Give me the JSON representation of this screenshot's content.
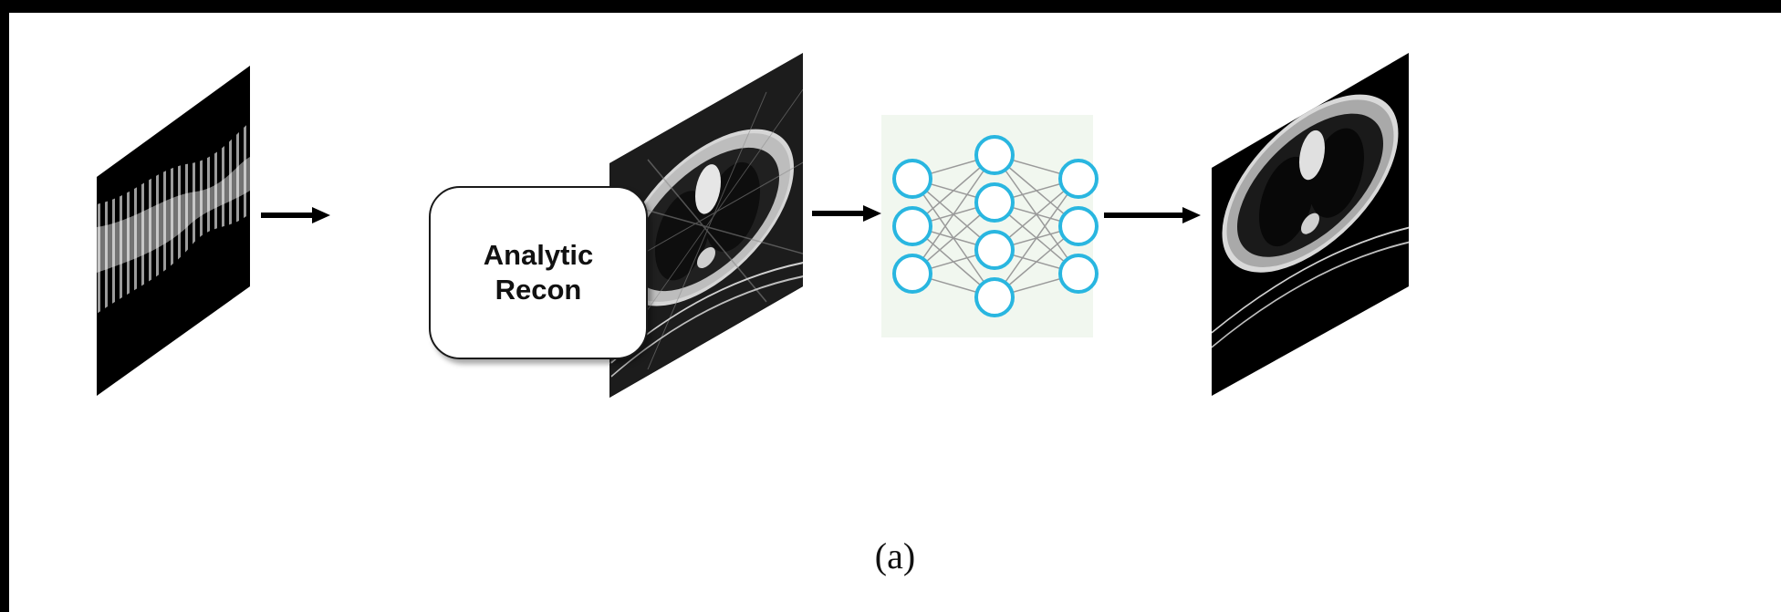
{
  "recon_box": {
    "line1": "Analytic",
    "line2": "Recon"
  },
  "caption": "(a)",
  "colors": {
    "background": "#ffffff",
    "frame": "#000000",
    "node_stroke": "#29b6e0",
    "edge": "#9a9a9a",
    "arrow": "#000000",
    "nn_panel": "#f1f7ef"
  },
  "network": {
    "layers": [
      3,
      4,
      3
    ]
  }
}
